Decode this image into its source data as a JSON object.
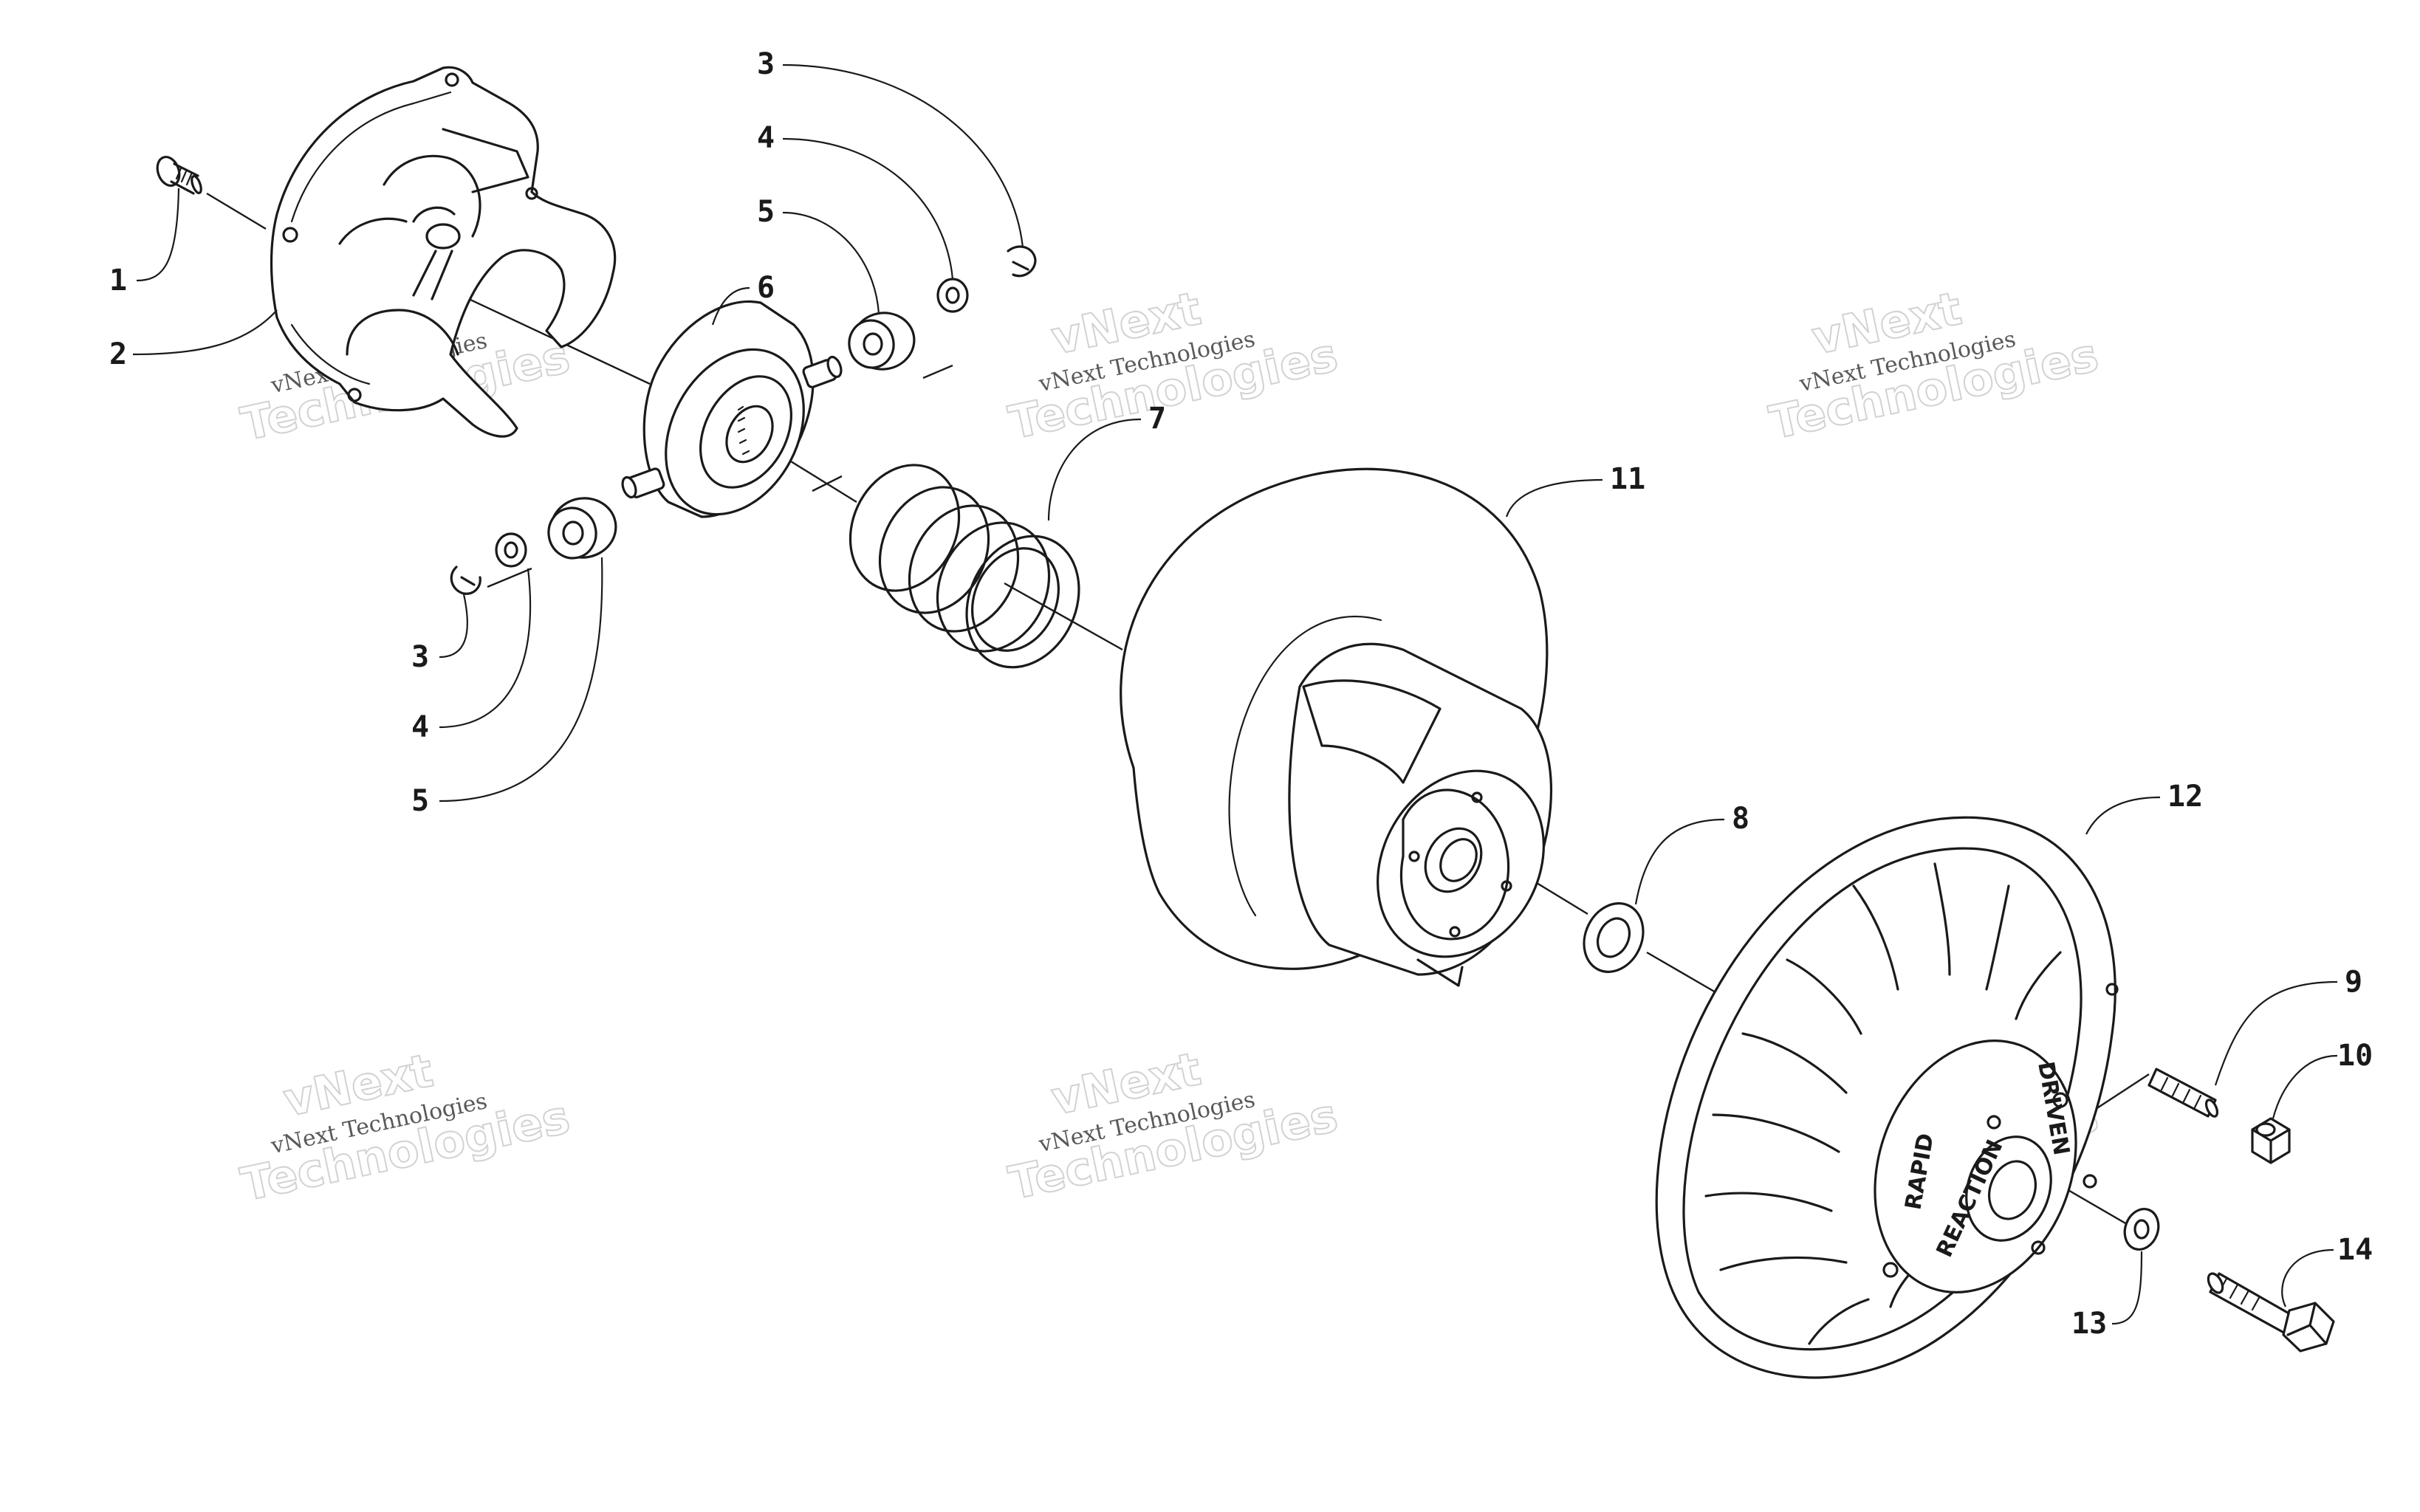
{
  "callouts": {
    "c1": "1",
    "c2": "2",
    "c3a": "3",
    "c4a": "4",
    "c5a": "5",
    "c6": "6",
    "c7": "7",
    "c3b": "3",
    "c4b": "4",
    "c5b": "5",
    "c11": "11",
    "c8": "8",
    "c12": "12",
    "c9": "9",
    "c10": "10",
    "c14": "14",
    "c13": "13"
  },
  "watermark": {
    "small": "vNext Technologies",
    "big_line1": "vNext",
    "big_line2": "Technologies"
  },
  "hub_text": {
    "line1": "RAPID",
    "line2": "REACTION",
    "line3": "DRIVEN"
  }
}
